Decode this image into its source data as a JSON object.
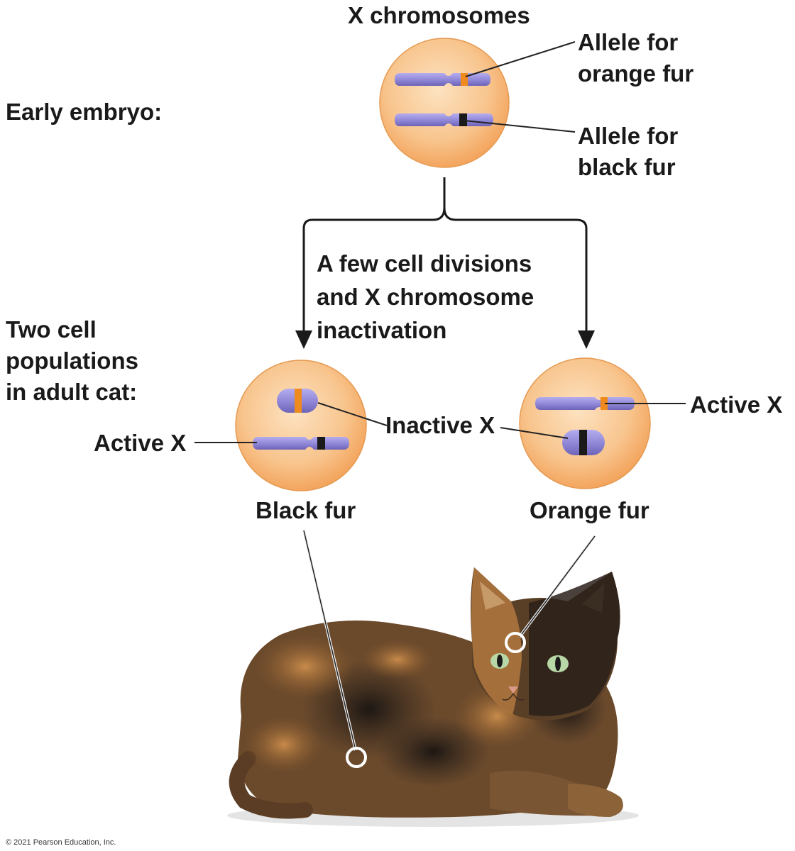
{
  "labels": {
    "x_chromosomes": "X chromosomes",
    "allele_orange": "Allele for\norange fur",
    "allele_black": "Allele for\nblack fur",
    "early_embryo": "Early embryo:",
    "process": "A few cell divisions\nand X chromosome\ninactivation",
    "two_cell_populations": "Two cell\npopulations\nin adult cat:",
    "active_x_left": "Active X",
    "inactive_x": "Inactive X",
    "active_x_right": "Active X",
    "black_fur": "Black fur",
    "orange_fur": "Orange fur"
  },
  "copyright": "© 2021 Pearson Education, Inc.",
  "colors": {
    "cell_fill": "#f7b978",
    "cell_center": "#fde2c0",
    "chromosome": "#8f86d6",
    "orange_band": "#ef8a1e",
    "black_band": "#1a1a1a",
    "cat_dark": "#2e241d",
    "cat_orange": "#b1783e"
  }
}
